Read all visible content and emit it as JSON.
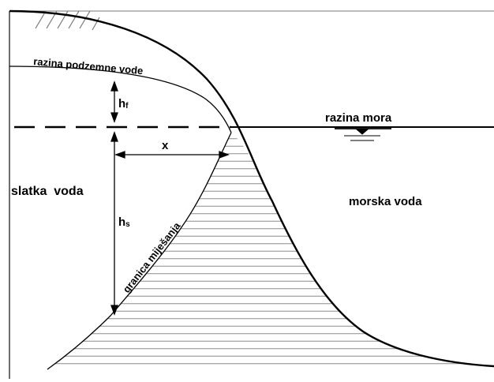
{
  "labels": {
    "groundwater_level": "razina podzemne vode",
    "sea_level": "razina mora",
    "fresh_water": "slatka  voda",
    "sea_water": "morska voda",
    "mixing_boundary": "granica miješanja",
    "x": "x",
    "hf_main": "h",
    "hf_sub": "f",
    "hs_main": "h",
    "hs_sub": "s"
  },
  "colors": {
    "line": "#000000",
    "hatch": "#8c8c8c",
    "ground_line": "#6e6e6e",
    "background": "#ffffff"
  },
  "icons": {
    "water_level_marker": "water-surface-symbol",
    "ground_hatch": "ground-hatching"
  }
}
